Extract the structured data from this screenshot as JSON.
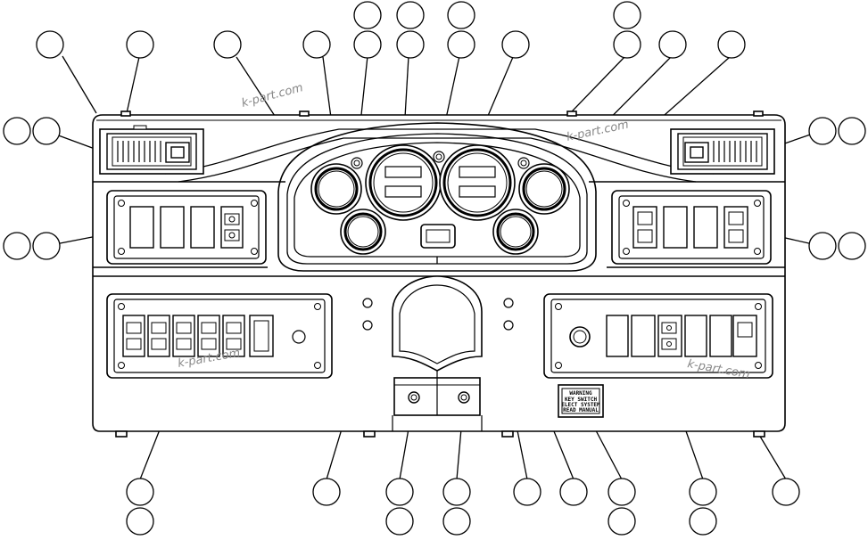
{
  "diagram": {
    "watermarks": [
      "k-part.com",
      "k-part.com",
      "k-part.com",
      "k-part.com"
    ],
    "warning_plate": {
      "lines": [
        "WARNING",
        "KEY SWITCH",
        "ELECT SYSTEM",
        "READ MANUAL"
      ]
    },
    "colors": {
      "line": "#000000",
      "background": "#ffffff",
      "watermark": "#888888"
    }
  }
}
